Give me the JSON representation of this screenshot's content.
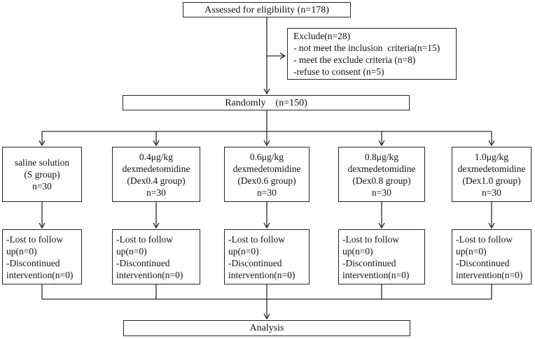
{
  "diagram": {
    "assessed": {
      "label": "Assessed for eligibility (n=178)"
    },
    "exclude": {
      "lines": [
        "Exclude(n=28)",
        "- not meet the inclusion  criteria(n=15)",
        "- meet the exclude criteria (n=8)",
        "-refuse to consent (n=5)"
      ]
    },
    "randomly": {
      "label": "Randomly    (n=150)"
    },
    "groups": [
      {
        "lines": [
          "saline solution",
          "(S group)",
          "n=30"
        ]
      },
      {
        "lines": [
          "0.4μg/kg",
          "dexmedetomidine",
          "(Dex0.4 group)",
          "n=30"
        ]
      },
      {
        "lines": [
          "0.6μg/kg",
          "dexmedetomidine",
          "(Dex0.6 group)",
          "n=30"
        ]
      },
      {
        "lines": [
          "0.8μg/kg",
          "dexmedetomidine",
          "(Dex0.8 group)",
          "n=30"
        ]
      },
      {
        "lines": [
          "1.0μg/kg",
          "dexmedetomidine",
          "(Dex1.0 group)",
          "n=30"
        ]
      }
    ],
    "followups": [
      {
        "lines": [
          "-Lost to follow",
          "up(n=0)",
          "-Discontinued",
          "intervention(n=0)"
        ]
      },
      {
        "lines": [
          "-Lost to follow",
          "up(n=0)",
          "-Discontinued",
          "intervention(n=0)"
        ]
      },
      {
        "lines": [
          "-Lost to follow",
          "up(n=0)",
          "-Discontinued",
          "intervention(n=0)"
        ]
      },
      {
        "lines": [
          "-Lost to follow",
          "up(n=0)",
          "-Discontinued",
          "intervention(n=0)"
        ]
      },
      {
        "lines": [
          "-Lost to follow",
          "up(n=0)",
          "-Discontinued",
          "intervention(n=0)"
        ]
      }
    ],
    "analysis": {
      "label": "Analysis"
    },
    "line_color": "#2b2b2b"
  }
}
